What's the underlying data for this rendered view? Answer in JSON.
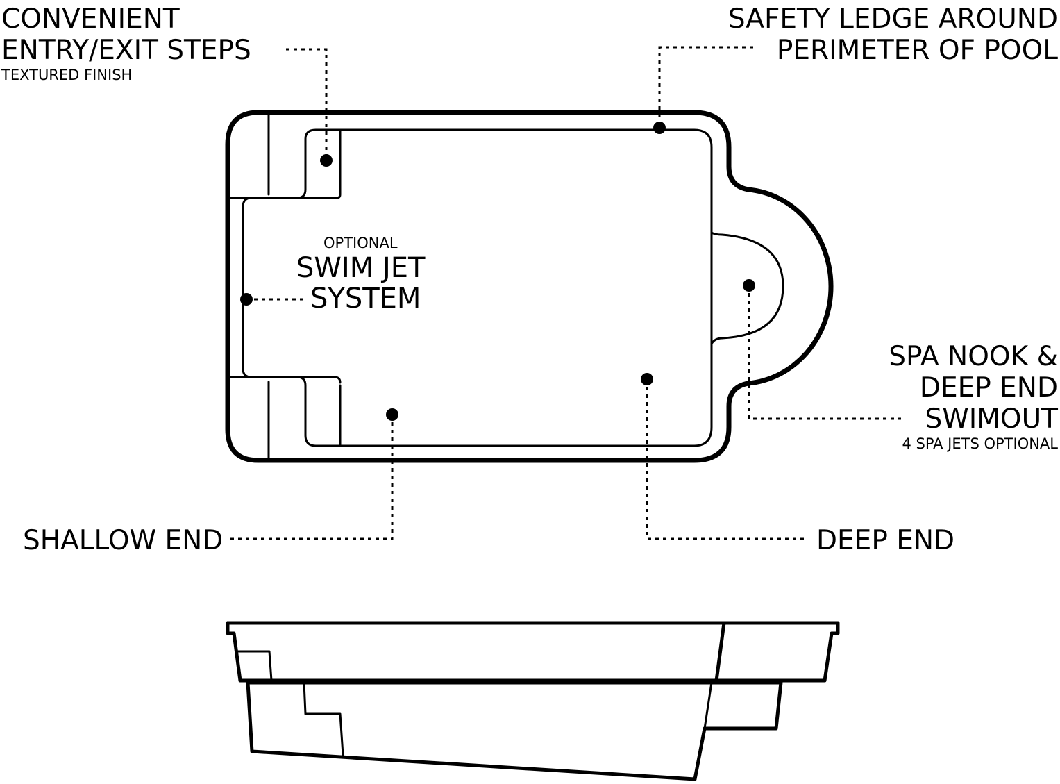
{
  "callouts": {
    "steps": {
      "title_line1": "CONVENIENT",
      "title_line2": "ENTRY/EXIT STEPS",
      "sub": "TEXTURED FINISH"
    },
    "ledge": {
      "title_line1": "SAFETY LEDGE AROUND",
      "title_line2": "PERIMETER OF POOL"
    },
    "jet": {
      "pre": "OPTIONAL",
      "title_line1": "SWIM JET",
      "title_line2": "SYSTEM"
    },
    "spa": {
      "title_line1": "SPA NOOK &",
      "title_line2": "DEEP END",
      "title_line3": "SWIMOUT",
      "sub": "4 SPA JETS OPTIONAL"
    },
    "shallow": {
      "title": "SHALLOW END"
    },
    "deep": {
      "title": "DEEP END"
    }
  },
  "colors": {
    "ink": "#000000",
    "background": "#ffffff"
  }
}
